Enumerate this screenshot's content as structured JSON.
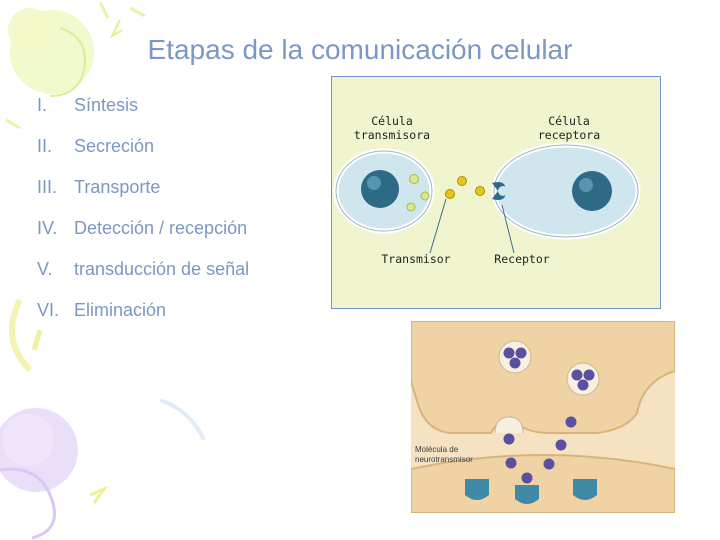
{
  "slide": {
    "title": "Etapas de la comunicación celular",
    "stages": [
      {
        "num": "I.",
        "label": "Síntesis"
      },
      {
        "num": "II.",
        "label": "Secreción"
      },
      {
        "num": "III.",
        "label": "Transporte"
      },
      {
        "num": "IV.",
        "label": "Detección / recepción"
      },
      {
        "num": "V.",
        "label": "transducción de señal"
      },
      {
        "num": "VI.",
        "label": "Eliminación"
      }
    ]
  },
  "figure_cells": {
    "sender_line1": "Célula",
    "sender_line2": "transmisora",
    "receiver_line1": "Célula",
    "receiver_line2": "receptora",
    "transmitter_label": "Transmisor",
    "receptor_label": "Receptor"
  },
  "figure_synapse": {
    "molecule_line1": "Molécula de",
    "molecule_line2": "neurotransmisor"
  },
  "colors": {
    "text_accent": "#7b98c4",
    "figure_border": "#6f94c6",
    "figure_background": "#f0f5cf",
    "nucleus": "#2c6a86",
    "vesicle": "#5a4fa0"
  }
}
